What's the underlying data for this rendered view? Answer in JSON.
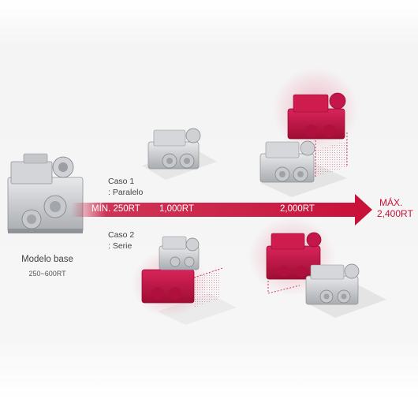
{
  "base_model": {
    "title": "Modelo base",
    "range": "250~600RT"
  },
  "case1": {
    "line1": "Caso 1",
    "line2": ": Paralelo"
  },
  "case2": {
    "line1": "Caso 2",
    "line2": ": Serie"
  },
  "arrow": {
    "min_label": "MÍN. 250RT",
    "mark_1000": "1,000RT",
    "mark_2000": "2,000RT",
    "max_line1": "MÁX.",
    "max_line2": "2,400RT"
  },
  "colors": {
    "accent": "#c8123a",
    "machine_gray": "#b9bcc0",
    "machine_red": "#c41444"
  }
}
